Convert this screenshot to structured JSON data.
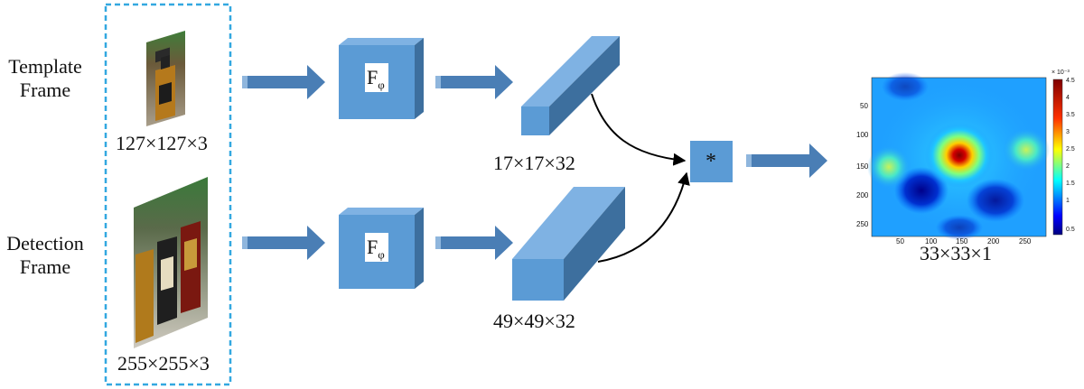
{
  "inputs": {
    "template_label_line1": "Template",
    "template_label_line2": "Frame",
    "detection_label_line1": "Detection",
    "detection_label_line2": "Frame",
    "template_size": "127×127×3",
    "detection_size": "255×255×3"
  },
  "network": {
    "symbol": "F",
    "subscript": "φ"
  },
  "features": {
    "template_size": "17×17×32",
    "detection_size": "49×49×32"
  },
  "operator": {
    "symbol": "*"
  },
  "output": {
    "size": "33×33×1",
    "x_ticks": [
      "50",
      "100",
      "150",
      "200",
      "250"
    ],
    "y_ticks": [
      "50",
      "100",
      "150",
      "200",
      "250"
    ],
    "colorbar_ticks": [
      "4.5",
      "4",
      "3.5",
      "3",
      "2.5",
      "2",
      "1.5",
      "1",
      "0.5"
    ],
    "colorbar_exponent": "× 10⁻³"
  },
  "colors": {
    "box_front": "#5b9bd5",
    "box_top": "#7fb2e3",
    "box_side": "#3d6f9e",
    "arrow": "#4a7eb5",
    "dashed_border": "#33a8e0"
  }
}
